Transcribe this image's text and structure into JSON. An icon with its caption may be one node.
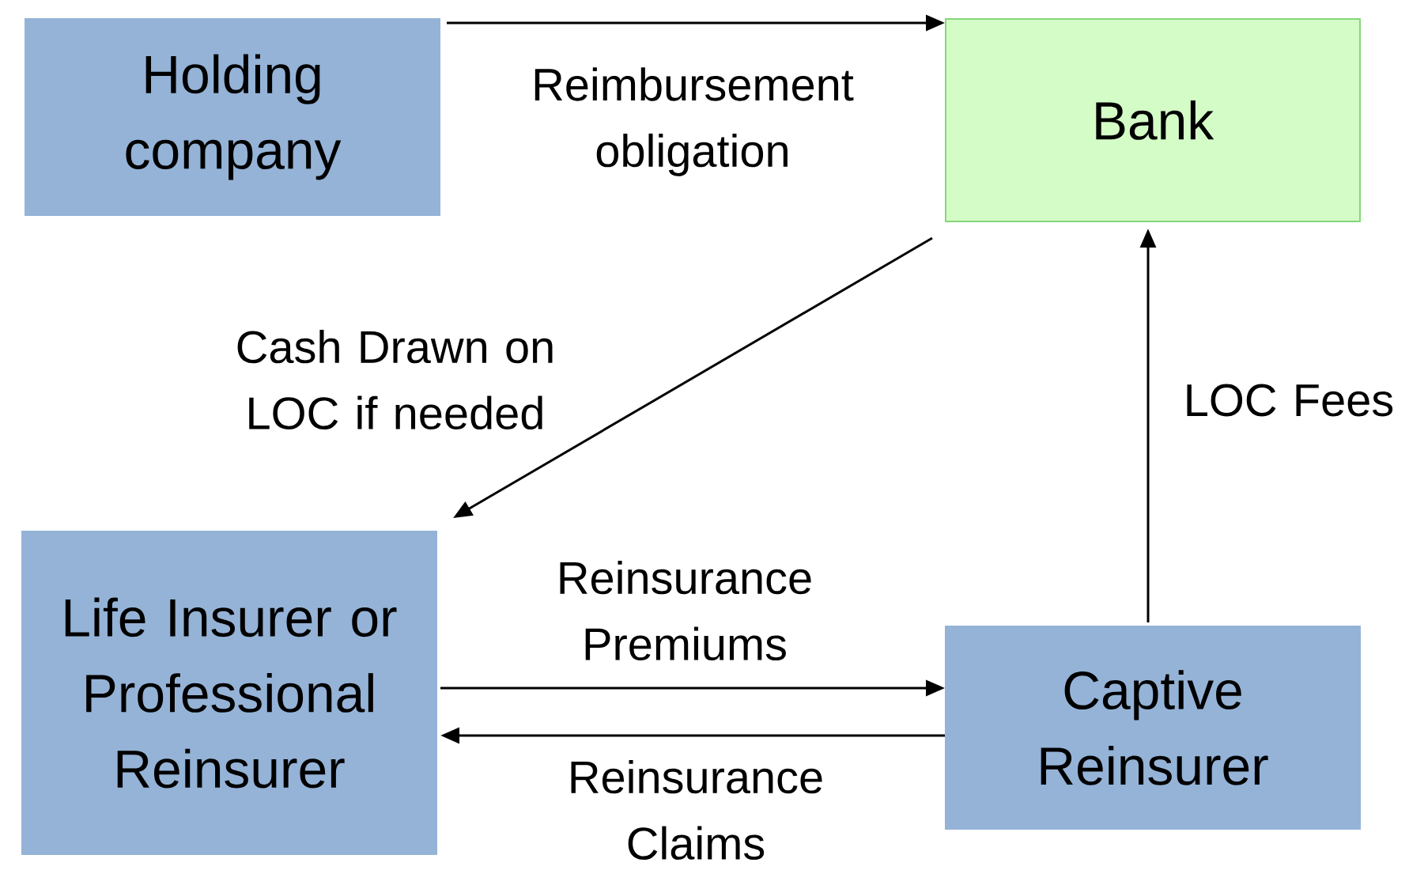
{
  "diagram": {
    "nodes": [
      {
        "text": [
          "Holding company"
        ]
      },
      {
        "text": [
          "Bank"
        ]
      },
      {
        "text": [
          "Life Insurer or Professional Reinsurer"
        ]
      },
      {
        "text": [
          "Captive Reinsurer"
        ]
      }
    ],
    "edges": [
      {
        "from": 0,
        "to": 1,
        "arrow": "to",
        "label": "Reimbursement obligation"
      },
      {
        "from": 1,
        "to": 2,
        "arrow": "to",
        "label": "Cash Drawn on LOC if needed"
      },
      {
        "from": 2,
        "to": 3,
        "arrow": "to",
        "label": "Reinsurance Premiums"
      },
      {
        "from": 3,
        "to": 2,
        "arrow": "to",
        "label": "Reinsurance Claims"
      },
      {
        "from": 3,
        "to": 1,
        "arrow": "to",
        "label": "LOC Fees"
      }
    ]
  }
}
